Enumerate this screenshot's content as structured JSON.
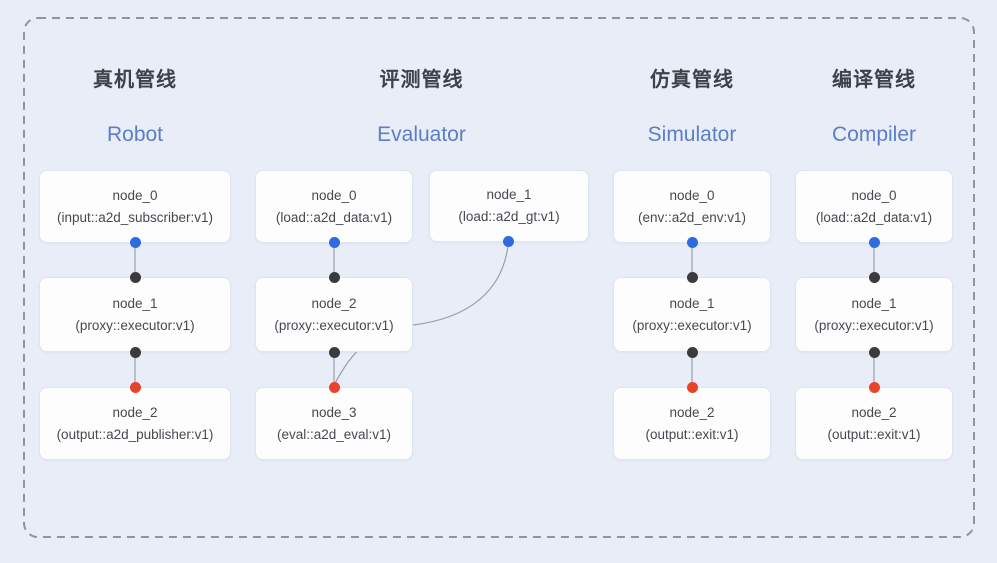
{
  "pipelines": [
    {
      "title_zh": "真机管线",
      "title_en": "Robot",
      "nodes": [
        {
          "name": "node_0",
          "type": "(input::a2d_subscriber:v1)",
          "bottom_port": "blue"
        },
        {
          "name": "node_1",
          "type": "(proxy::executor:v1)",
          "top_port": "black",
          "bottom_port": "black"
        },
        {
          "name": "node_2",
          "type": "(output::a2d_publisher:v1)",
          "top_port": "red"
        }
      ],
      "edges": [
        "node_0→node_1",
        "node_1→node_2"
      ]
    },
    {
      "title_zh": "评测管线",
      "title_en": "Evaluator",
      "nodes": [
        {
          "name": "node_0",
          "type": "(load::a2d_data:v1)",
          "bottom_port": "blue"
        },
        {
          "name": "node_1",
          "type": "(load::a2d_gt:v1)",
          "bottom_port": "blue"
        },
        {
          "name": "node_2",
          "type": "(proxy::executor:v1)",
          "top_port": "black",
          "bottom_port": "black"
        },
        {
          "name": "node_3",
          "type": "(eval::a2d_eval:v1)",
          "top_port": "red"
        }
      ],
      "edges": [
        "node_0→node_2",
        "node_2→node_3",
        "node_1→node_3"
      ]
    },
    {
      "title_zh": "仿真管线",
      "title_en": "Simulator",
      "nodes": [
        {
          "name": "node_0",
          "type": "(env::a2d_env:v1)",
          "bottom_port": "blue"
        },
        {
          "name": "node_1",
          "type": "(proxy::executor:v1)",
          "top_port": "black",
          "bottom_port": "black"
        },
        {
          "name": "node_2",
          "type": "(output::exit:v1)",
          "top_port": "red"
        }
      ],
      "edges": [
        "node_0→node_1",
        "node_1→node_2"
      ]
    },
    {
      "title_zh": "编译管线",
      "title_en": "Compiler",
      "nodes": [
        {
          "name": "node_0",
          "type": "(load::a2d_data:v1)",
          "bottom_port": "blue"
        },
        {
          "name": "node_1",
          "type": "(proxy::executor:v1)",
          "top_port": "black",
          "bottom_port": "black"
        },
        {
          "name": "node_2",
          "type": "(output::exit:v1)",
          "top_port": "red"
        }
      ],
      "edges": [
        "node_0→node_1",
        "node_1→node_2"
      ]
    }
  ],
  "colors": {
    "background": "#e9edf7",
    "box_bg": "#fdfdfe",
    "box_border": "#e0e4ee",
    "dashed_border": "#8f949e",
    "edge": "#98a0ac",
    "port_blue": "#2e6be0",
    "port_black": "#3b3b3e",
    "port_red": "#e8432c",
    "title_zh": "#3d4148",
    "title_en": "#5b7ec6",
    "node_text": "#46494f"
  }
}
